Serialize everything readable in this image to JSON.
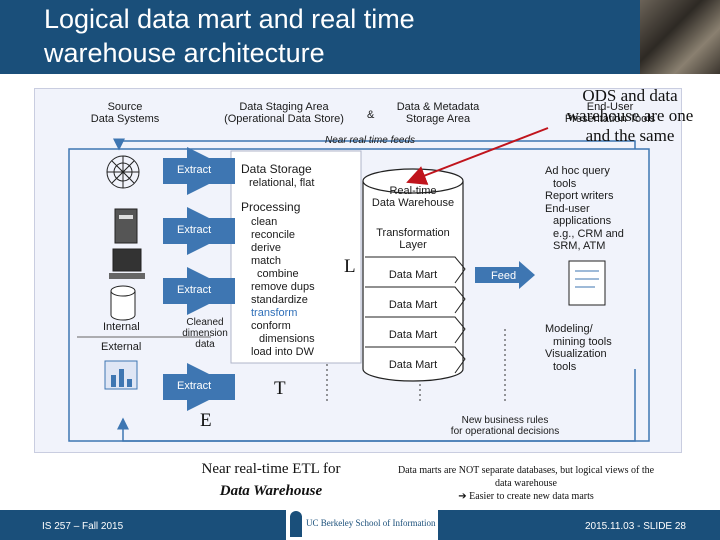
{
  "slide": {
    "title_line1": "Logical data mart and real time",
    "title_line2": "warehouse architecture",
    "footer_left": "IS 257 – Fall 2015",
    "footer_right": "2015.11.03 - SLIDE 28",
    "logo_text": "UC Berkeley School of Information"
  },
  "diagram": {
    "headers": {
      "source_line1": "Source",
      "source_line2": "Data Systems",
      "staging_line1": "Data Staging Area",
      "staging_line2": "(Operational Data Store)",
      "amp": "&",
      "metadata_line1": "Data & Metadata",
      "metadata_line2": "Storage Area",
      "enduser_line1": "End-User",
      "enduser_line2": "Presentation Tools"
    },
    "near_real_time_feeds": "Near real time feeds",
    "extract_label": "Extract",
    "internal_label": "Internal",
    "external_label": "External",
    "cleaned_line1": "Cleaned",
    "cleaned_line2": "dimension",
    "cleaned_line3": "data",
    "data_storage_title": "Data Storage",
    "data_storage_sub": "relational, flat",
    "processing_title": "Processing",
    "processing_steps": [
      "clean",
      "reconcile",
      "derive",
      "match",
      "combine",
      "remove dups",
      "standardize",
      "transform",
      "conform",
      "dimensions",
      "load into DW"
    ],
    "realtime_dw_line1": "Real-time",
    "realtime_dw_line2": "Data Warehouse",
    "transformation_line1": "Transformation",
    "transformation_line2": "Layer",
    "data_marts": [
      "Data Mart",
      "Data Mart",
      "Data Mart",
      "Data Mart"
    ],
    "feed_label": "Feed",
    "tools_top": [
      "Ad hoc query",
      "tools",
      "Report writers",
      "End-user",
      "applications",
      "e.g., CRM and",
      "SRM, ATM"
    ],
    "tools_bottom": [
      "Modeling/",
      "mining tools",
      "Visualization",
      "tools"
    ],
    "business_rules_line1": "New business rules",
    "business_rules_line2": "for operational decisions"
  },
  "overlays": {
    "ods_line1": "ODS and data",
    "ods_line2": "warehouse are one",
    "ods_line3": "and the same",
    "letter_e": "E",
    "letter_t": "T",
    "letter_l": "L",
    "etl_line1": "Near real-time ETL for",
    "etl_line2": "Data Warehouse",
    "marts_line1": "Data marts are NOT separate databases, but logical views of the",
    "marts_line2": "data warehouse",
    "marts_line3": "Easier to create new data marts"
  },
  "colors": {
    "title_bar": "#1a4f7a",
    "extract_box": "#3e76b2",
    "transform_text": "#2f6fb8"
  }
}
